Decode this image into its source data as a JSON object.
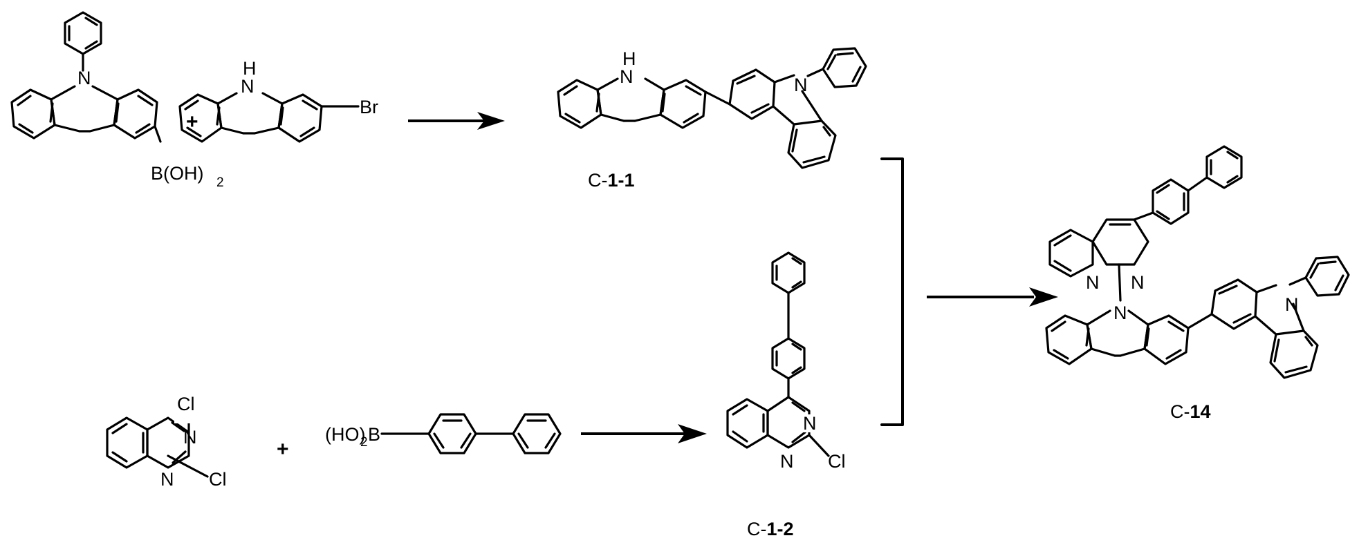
{
  "scheme": {
    "reactants_step1": {
      "boronic_acid": {
        "n_label": "N",
        "group_label": "B(OH)",
        "group_subscript": "2"
      },
      "plus": "+",
      "bromocarbazole": {
        "h_label": "H",
        "n_label": "N",
        "br_label": "Br"
      }
    },
    "product_step1": {
      "h_label": "H",
      "n_label": "N",
      "n2_label": "N",
      "name_prefix": "C-",
      "name_bold": "1-1"
    },
    "reactants_step2": {
      "dichloroquinazoline": {
        "cl1_label": "Cl",
        "n1_label": "N",
        "n2_label": "N",
        "cl2_label": "Cl"
      },
      "plus": "+",
      "biphenyl_boronic": {
        "group_label": "(HO)",
        "group_subscript": "2",
        "group_suffix": "B"
      }
    },
    "product_step2": {
      "n1_label": "N",
      "n2_label": "N",
      "cl_label": "Cl",
      "name_prefix": "C-",
      "name_bold": "1-2"
    },
    "final_product": {
      "n1_label": "N",
      "n2_label": "N",
      "n3_label": "N",
      "n4_label": "N",
      "name_prefix": "C-",
      "name_bold": "14"
    }
  }
}
